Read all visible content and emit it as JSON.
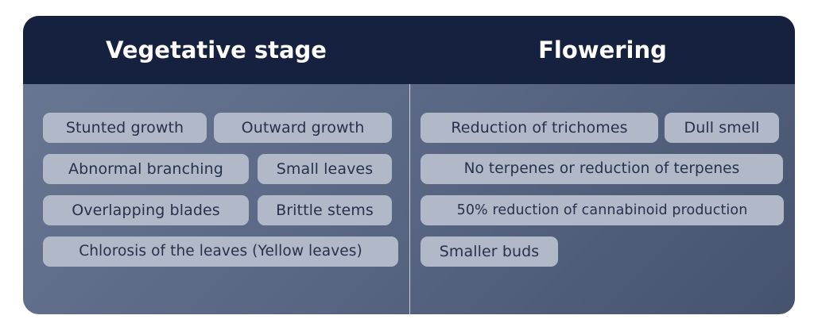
{
  "columns": [
    {
      "title": "Vegetative stage",
      "tags": [
        "Stunted growth",
        "Outward growth",
        "Abnormal branching",
        "Small leaves",
        "Overlapping blades",
        "Brittle stems",
        "Chlorosis of the leaves (Yellow leaves)"
      ]
    },
    {
      "title": "Flowering",
      "tags": [
        "Reduction of trichomes",
        "Dull smell",
        "No terpenes or reduction of terpenes",
        "50% reduction of cannabinoid production",
        "Smaller buds"
      ]
    }
  ],
  "colors": {
    "header": "#15213f",
    "tag_bg": "#b1b9c8",
    "tag_text": "#26324c"
  }
}
